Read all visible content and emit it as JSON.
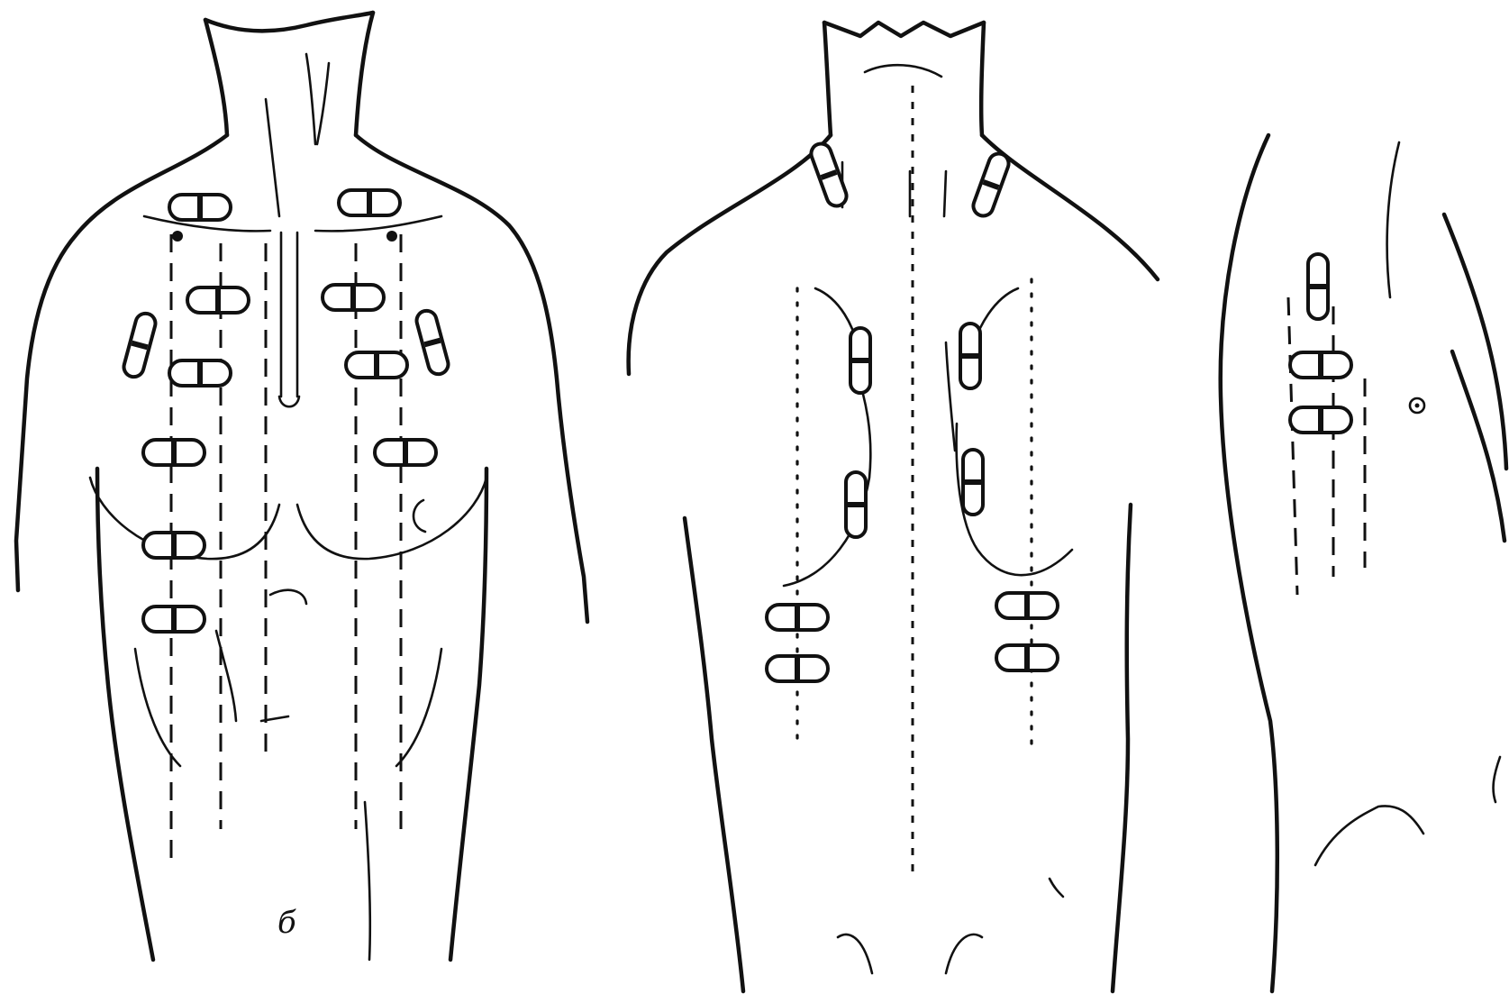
{
  "figure": {
    "panel_label": "б",
    "views": [
      "anterior-torso",
      "posterior-torso",
      "lateral-torso"
    ],
    "colors": {
      "line": "#111111",
      "background": "#ffffff"
    }
  }
}
